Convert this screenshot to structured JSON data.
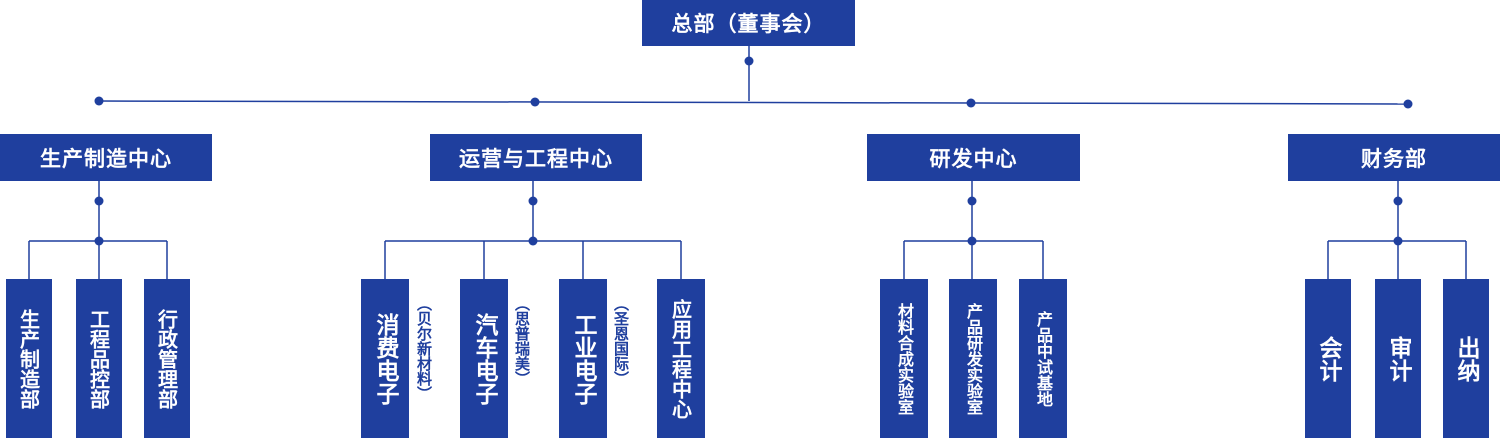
{
  "colors": {
    "box": "#1f3f9e",
    "line": "#1f3f9e",
    "text": "#ffffff"
  },
  "root": {
    "label": "总部（董事会）"
  },
  "centers": [
    {
      "label": "生产制造中心",
      "departments": [
        {
          "label": "生产制造部"
        },
        {
          "label": "工程品控部"
        },
        {
          "label": "行政管理部"
        }
      ]
    },
    {
      "label": "运营与工程中心",
      "departments": [
        {
          "label": "消费电子",
          "note": "（贝尔新材料）"
        },
        {
          "label": "汽车电子",
          "note": "（思普瑞美）"
        },
        {
          "label": "工业电子",
          "note": "（圣恩国际）"
        },
        {
          "label": "应用工程中心"
        }
      ]
    },
    {
      "label": "研发中心",
      "departments": [
        {
          "label": "材料合成实验室"
        },
        {
          "label": "产品研发实验室"
        },
        {
          "label": "产品中试基地"
        }
      ]
    },
    {
      "label": "财务部",
      "departments": [
        {
          "label": "会计"
        },
        {
          "label": "审计"
        },
        {
          "label": "出纳"
        }
      ]
    }
  ]
}
